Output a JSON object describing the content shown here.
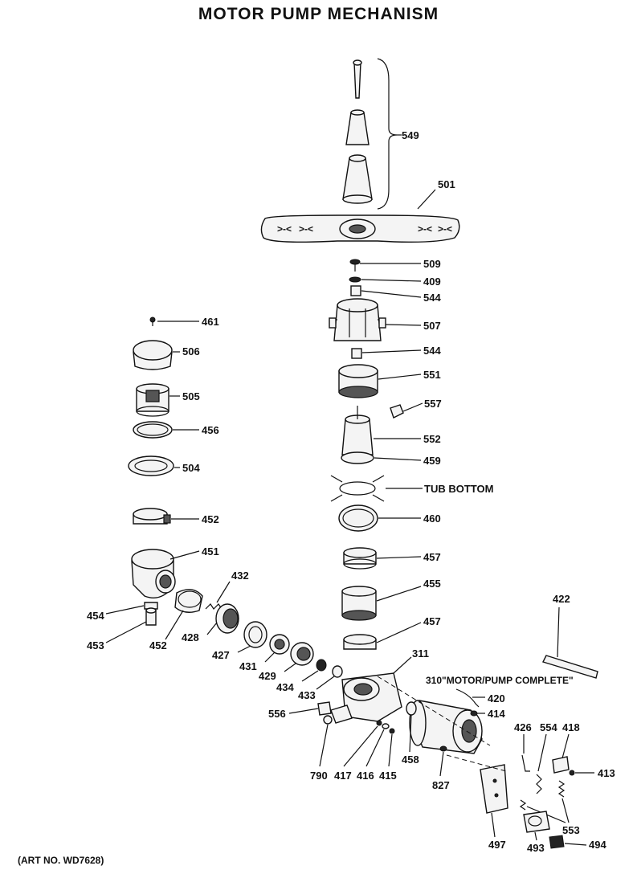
{
  "title": "MOTOR PUMP MECHANISM",
  "art_number": "(ART NO. WD7628)",
  "tub_bottom": "TUB BOTTOM",
  "motor_pump_complete": "310\"MOTOR/PUMP COMPLETE\"",
  "parts": {
    "p549": "549",
    "p501": "501",
    "p509": "509",
    "p409": "409",
    "p544a": "544",
    "p507": "507",
    "p544b": "544",
    "p551": "551",
    "p557": "557",
    "p552": "552",
    "p459": "459",
    "p460": "460",
    "p457a": "457",
    "p455": "455",
    "p457b": "457",
    "p311": "311",
    "p461": "461",
    "p506": "506",
    "p505": "505",
    "p456": "456",
    "p504": "504",
    "p452a": "452",
    "p451": "451",
    "p432": "432",
    "p454": "454",
    "p453": "453",
    "p452b": "452",
    "p428": "428",
    "p427": "427",
    "p431": "431",
    "p429": "429",
    "p434": "434",
    "p433": "433",
    "p556": "556",
    "p790": "790",
    "p417": "417",
    "p416": "416",
    "p415": "415",
    "p458": "458",
    "p420": "420",
    "p414": "414",
    "p827": "827",
    "p422": "422",
    "p426": "426",
    "p554": "554",
    "p418": "418",
    "p413": "413",
    "p553": "553",
    "p497": "497",
    "p493": "493",
    "p494": "494"
  }
}
